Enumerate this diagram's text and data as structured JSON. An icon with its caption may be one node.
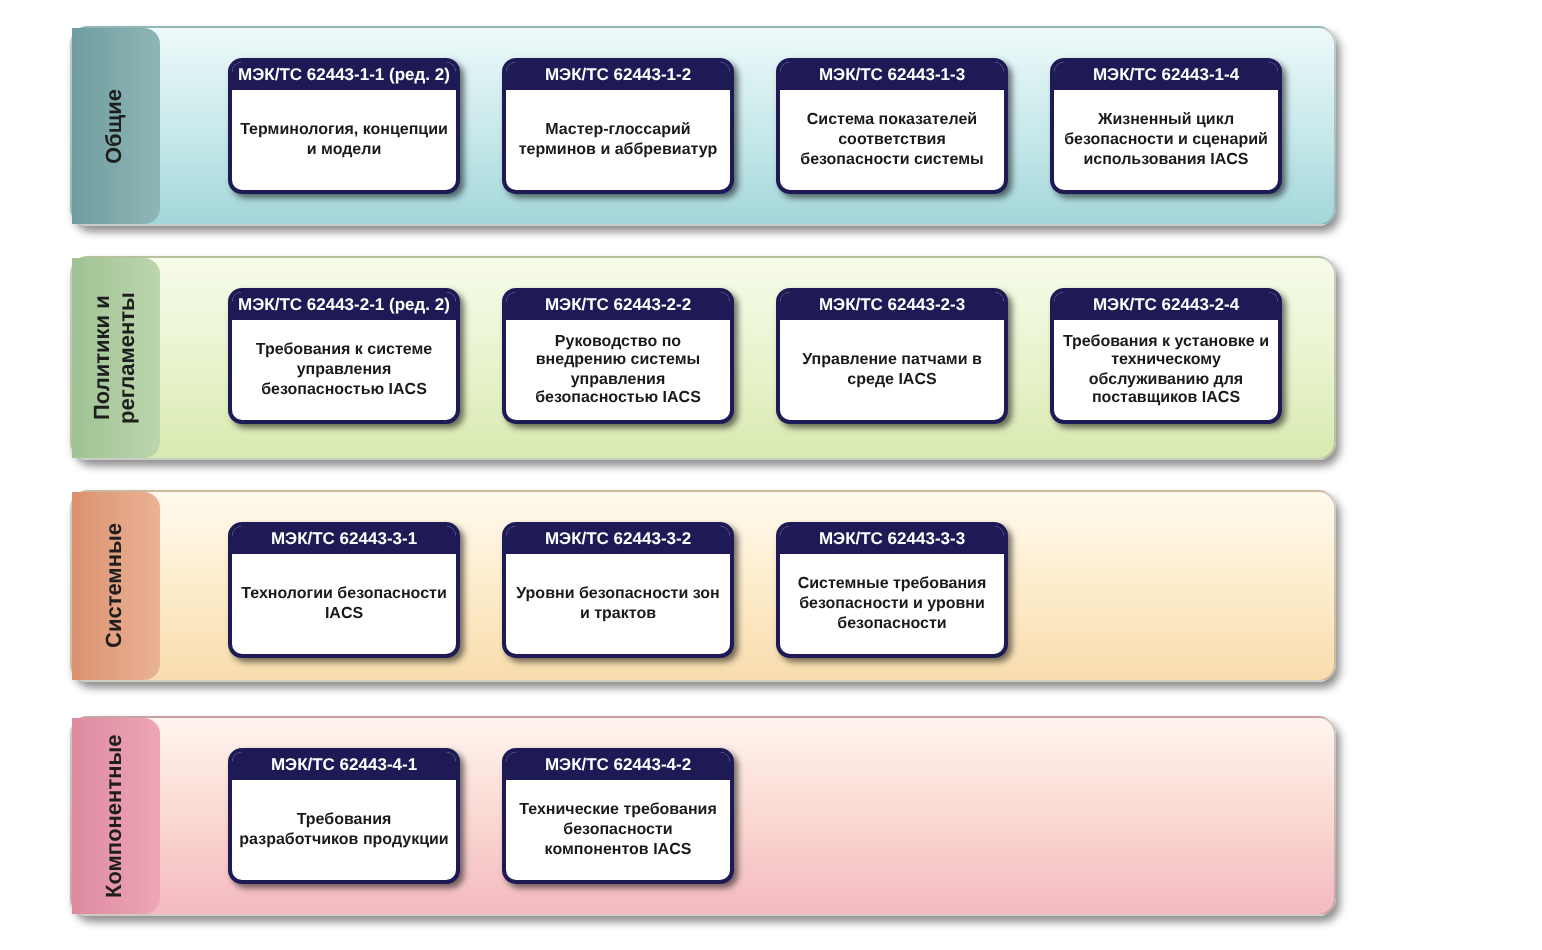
{
  "diagram": {
    "nodes": [
      {
        "text": [
          "Общие"
        ]
      },
      {
        "text": [
          "МЭК/ТС 62443-1-1 (ред. 2)",
          "Терминология, концепции и модели"
        ],
        "in": 0
      },
      {
        "text": [
          "МЭК/ТС 62443-1-2",
          "Мастер-глоссарий терминов и аббревиатур"
        ],
        "in": 0
      },
      {
        "text": [
          "МЭК/ТС 62443-1-3",
          "Система показателей соответствия безопасности системы"
        ],
        "in": 0
      },
      {
        "text": [
          "МЭК/ТС 62443-1-4",
          "Жизненный цикл безопасности и сценарий использования IACS"
        ],
        "in": 0
      },
      {
        "text": [
          "Политики и регламенты"
        ]
      },
      {
        "text": [
          "МЭК/ТС 62443-2-1 (ред. 2)",
          "Требования к системе управления безопасностью IACS"
        ],
        "in": 5
      },
      {
        "text": [
          "МЭК/ТС 62443-2-2",
          "Руководство по внедрению системы управления безопасностью IACS"
        ],
        "in": 5
      },
      {
        "text": [
          "МЭК/ТС 62443-2-3",
          "Управление патчами в среде IACS"
        ],
        "in": 5
      },
      {
        "text": [
          "МЭК/ТС 62443-2-4",
          "Требования к установке и техническому обслуживанию для поставщиков IACS"
        ],
        "in": 5
      },
      {
        "text": [
          "Системные"
        ]
      },
      {
        "text": [
          "МЭК/ТС 62443-3-1",
          "Технологии безопасности IACS"
        ],
        "in": 10
      },
      {
        "text": [
          "МЭК/ТС 62443-3-2",
          "Уровни безопасности зон и трактов"
        ],
        "in": 10
      },
      {
        "text": [
          "МЭК/ТС 62443-3-3",
          "Системные требования безопасности и уровни безопасности"
        ],
        "in": 10
      },
      {
        "text": [
          "Компонентные"
        ]
      },
      {
        "text": [
          "МЭК/ТС 62443-4-1",
          "Требования разработчиков продукции"
        ],
        "in": 14
      },
      {
        "text": [
          "МЭК/ТС 62443-4-2",
          "Технические требования безопасности компонентов IACS"
        ],
        "in": 14
      }
    ]
  }
}
